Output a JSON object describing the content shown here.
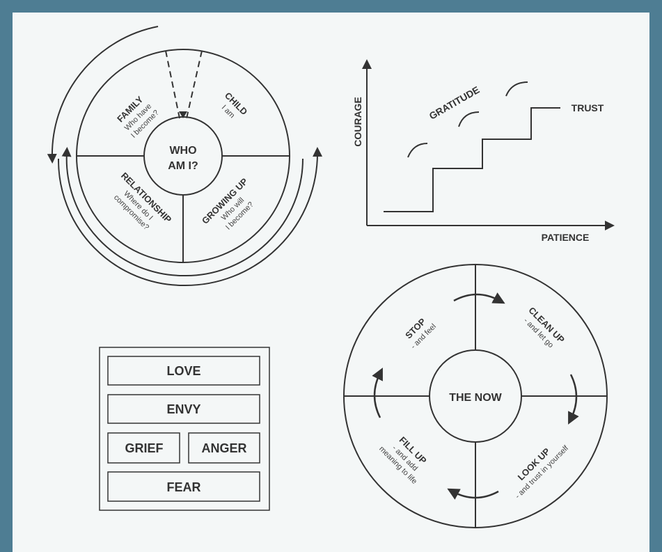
{
  "who_am_i": {
    "center": [
      "WHO",
      "AM I?"
    ],
    "family": {
      "title": "FAMILY",
      "sub": [
        "Who have",
        "I become?"
      ]
    },
    "child": {
      "title": "CHILD",
      "sub": [
        "I am"
      ]
    },
    "relationship": {
      "title": "RELATIONSHIP",
      "sub": [
        "Where do I",
        "compromise?"
      ]
    },
    "growing_up": {
      "title": "GROWING UP",
      "sub": [
        "Who will",
        "I become?"
      ]
    }
  },
  "staircase": {
    "y_label": "COURAGE",
    "x_label": "PATIENCE",
    "steps_label": "GRATITUDE",
    "end_label": "TRUST"
  },
  "emotions": {
    "love": "LOVE",
    "envy": "ENVY",
    "grief": "GRIEF",
    "anger": "ANGER",
    "fear": "FEAR"
  },
  "the_now": {
    "center": "THE NOW",
    "stop": {
      "title": "STOP",
      "sub": [
        "- and feel"
      ]
    },
    "clean_up": {
      "title": "CLEAN UP",
      "sub": [
        "- and let go"
      ]
    },
    "fill_up": {
      "title": "FILL UP",
      "sub": [
        "- and add",
        "meaning to life"
      ]
    },
    "look_up": {
      "title": "LOOK UP",
      "sub": [
        "- and trust in yourself"
      ]
    }
  },
  "colors": {
    "frame": "#4e7d93",
    "background": "#f4f7f7",
    "ink": "#333333"
  }
}
